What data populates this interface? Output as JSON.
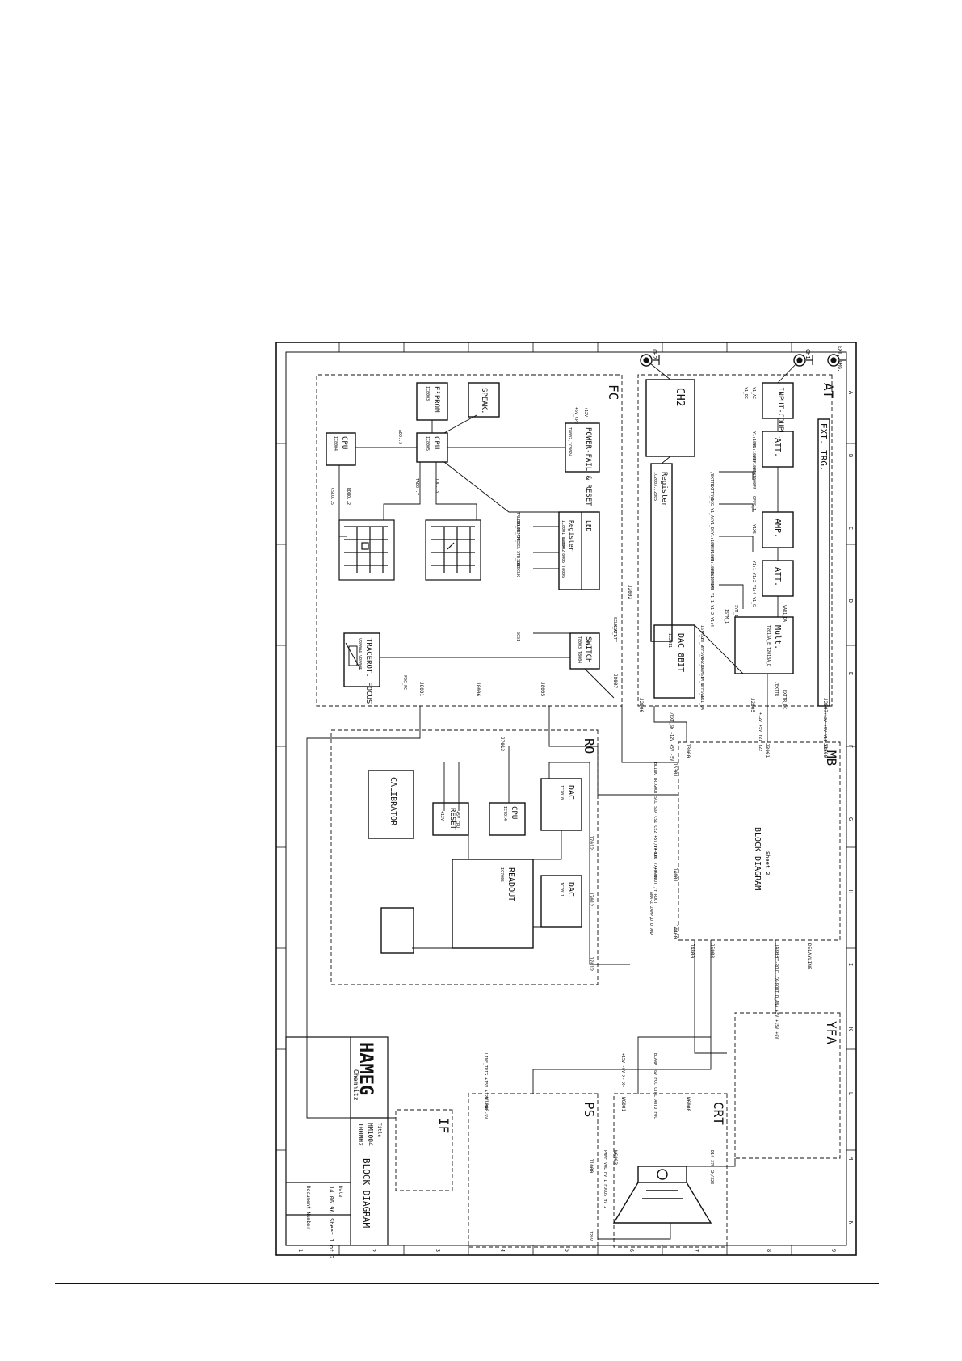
{
  "title_block": {
    "brand": "HAMEG",
    "city": "Chemnitz",
    "title_label": "Title",
    "model": "HM1004",
    "bandwidth": "100MHz",
    "title": "BLOCK DIAGRAM",
    "date_label": "Date",
    "date": "14.06.96",
    "sheet": "Sheet 1 of 2",
    "doc_number_label": "Document Number"
  },
  "frame": {
    "cols": [
      "1",
      "2",
      "3",
      "4",
      "5",
      "6",
      "7",
      "8",
      "9"
    ],
    "rows": [
      "A",
      "B",
      "C",
      "D",
      "E",
      "F",
      "G",
      "H",
      "I",
      "K",
      "L",
      "M",
      "N"
    ]
  },
  "sections": {
    "fc": "FC",
    "at": "AT",
    "ro": "RO",
    "mb": "MB",
    "yfa": "YFA",
    "crt": "CRT",
    "ps": "PS",
    "if": "IF"
  },
  "inputs": {
    "ch2": "CH2",
    "ch1": "CH1",
    "ext_trg": "EXT. TRG."
  },
  "blocks": {
    "input_coupl": "INPUT-COUPL.",
    "att1": "ATT.",
    "amp": "AMP.",
    "att2": "ATT.",
    "mult": "Mult.",
    "mult_ic": "T2013A_E T2013A_D",
    "ch2": "CH2",
    "register": "Register",
    "register_ic": "IC2003..2005",
    "dac8": "DAC 8BIT",
    "dac8_ic": "IC2011",
    "ext_trg": "EXT. TRG.",
    "eprom": "E²PROM",
    "eprom_ic": "IC8003",
    "speak": "SPEAK.",
    "power_fail": "POWER-FAIL & RESET",
    "power_ic": "T8002,IC8024",
    "cpu_fc": "CPU",
    "cpu_fc_ic": "IC8005",
    "cpu_fc2": "CPU",
    "cpu_fc2_ic": "IC8004",
    "led_register": "Register",
    "led_register_ic": "IC8001 IC8002",
    "led": "LED",
    "led_ic": "T8004 T8005 T8006",
    "switch": "SWITCH",
    "switch_ic": "T8003 T8004",
    "tracerot": "TRACEROT. FOCUS",
    "tracerot_ic": "VR8004 VR8005",
    "calibrator": "CALIBRATOR",
    "reset": "RESET",
    "cpu_ro": "CPU",
    "cpu_ro_ic": "IC7014",
    "dac1": "DAC",
    "dac1_ic": "IC7010",
    "dac2": "DAC",
    "dac2_ic": "IC7011",
    "readout": "READOUT",
    "readout_ic": "IC7005",
    "mb_block": "BLOCK DIAGRAM",
    "mb_sheet": "Sheet 2",
    "crt_tube": "D14-375 GH/323"
  },
  "signals": {
    "y1_ac": "Y1_AC",
    "y1_dc": "Y1_DC",
    "y1_100n": "Y1:100N",
    "y1_100ff": "Y1:10OFF",
    "y1_1000n": "Y1:1000N",
    "y1_1000ff": "Y1:1000FF",
    "offs_1": "OFFS_1",
    "y1x5": "Y1X5",
    "y1_1": "Y1:1",
    "y1_2": "Y1:2",
    "y1_4": "Y1:4",
    "y1_g": "Y1_G",
    "var1_da": "VAR1_DA",
    "sym_1": "SYM_1",
    "isym_1": "ISYM_1",
    "exttr": "/EXTTR",
    "exttr_dc": "EXTTR_DC",
    "reg_sigs": [
      "/EXTTR",
      "EXTTR_DC",
      "Y1_G",
      "Y1_AC",
      "Y1_DC",
      "Y1:100FF",
      "Y1:100N",
      "Y1:1000N",
      "Y1:1000FF",
      "Y1X5",
      "Y1:1",
      "Y1:2",
      "Y1:4"
    ],
    "dac_sigs": [
      "ISYM_2",
      "SYM_2",
      "OFFS_2",
      "VAR2_DA",
      "ISYM_1",
      "SYM_1",
      "OFFS_1",
      "VAR1_DA"
    ],
    "ado3": "ADO..3",
    "plus12v": "+12V",
    "plus5v_cpu": "+5V_CPU",
    "rdwo2": "RDWO..2",
    "cslo5": "CSLO..5",
    "tado7": "TADO..7",
    "tdo3": "TDO..3",
    "trled": "TRLED",
    "led_remote": "LED_REMOTE",
    "led_tr_sel": "LED_TR_SEL",
    "stb_led": "STB_LED",
    "sdo": "SDO",
    "sclk": "SCLK",
    "scs1": "SCS1",
    "foc_fc": "FOC_FC",
    "sclk_att": "SCLK_ATT",
    "sdo_att": "SDO_ATT",
    "j8001_sig": "+5V TXD RXD",
    "j8006_sig": "/CS_PIC SATA_REQ SDO_SDI SCLK",
    "j2006_sig": "/EXT_SW +12V +5V -5V",
    "j2005_sig": "+12V +5V Y21 Y22",
    "j2007_sig": "+12V +5V Y11 Y12",
    "j5301_sig": "BLINK TRIGOUT SCL SDA CS1 CS2 +5V SV_CPU",
    "j4001_sig": "/Y+ROUT /X+ROUT",
    "j4401_sig": "/Y-ROUT /Y-ROUT",
    "ana": "ANA-Z,ZAMP,D,D_ANA",
    "j4803_sig": "/Y-ROUT /X-ROUT D_ANA +5V +15V +6V",
    "j4800_sig": "+15V -6V X- X+",
    "crt_sig": "BLANK -6V FOC_CTRL AUTO_FOC",
    "ps_sig": "LINE_TRIG +15V +12V +5V -5V",
    "w6003_sig": "PWMF_VOL HV_1 FOCUS HV_2",
    "hv12kv": "12kV"
  },
  "connectors": {
    "j2002": "J2002",
    "j2006": "J2006",
    "j2005": "J2005",
    "j2007": "J2007",
    "j8001": "J8001",
    "j8006": "J8006",
    "j8005": "J8005",
    "j8007": "J8007",
    "j7013": "J7013",
    "j3000": "J3000",
    "j3001": "J3001",
    "j3600": "J3600",
    "j5301": "J5301",
    "j4001": "J4001",
    "j4400": "J4400",
    "j7012": "J7012",
    "j7012b": "J7012",
    "j7012c": "J7012",
    "j4800": "J4800",
    "j5003": "J5003",
    "j4803": "J4803",
    "delayline": "DELAYLINE",
    "w1000": "W1000",
    "w6001": "W6001",
    "w6000": "W6000",
    "w6003": "W6003",
    "j1000": "J1000"
  }
}
